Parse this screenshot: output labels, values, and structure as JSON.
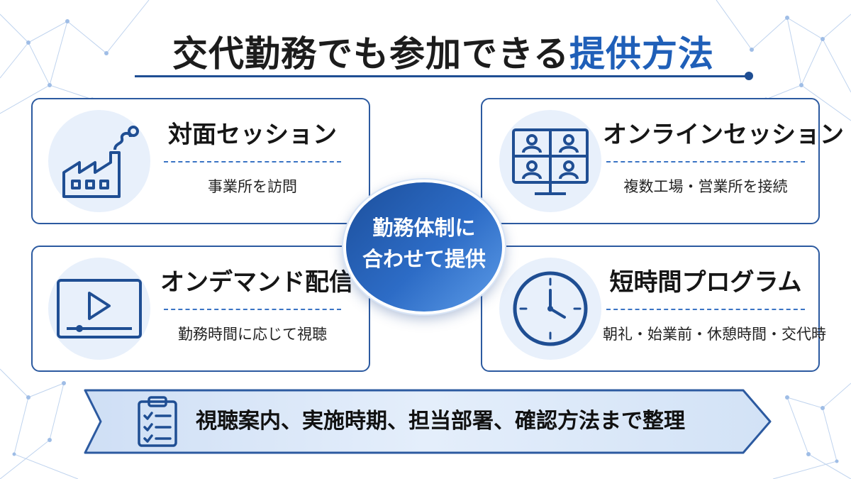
{
  "title": {
    "main": "交代勤務でも参加できる",
    "accent": "提供方法"
  },
  "hub": {
    "line1": "勤務体制に",
    "line2": "合わせて提供"
  },
  "cards": [
    {
      "title": "対面セッション",
      "subtitle": "事業所を訪問",
      "icon": "factory-icon"
    },
    {
      "title": "オンラインセッション",
      "subtitle": "複数工場・営業所を接続",
      "icon": "video-conference-icon"
    },
    {
      "title": "オンデマンド配信",
      "subtitle": "勤務時間に応じて視聴",
      "icon": "video-player-icon"
    },
    {
      "title": "短時間プログラム",
      "subtitle": "朝礼・始業前・休憩時間・交代時",
      "icon": "clock-icon"
    }
  ],
  "banner": {
    "text": "視聴案内、実施時期、担当部署、確認方法まで整理",
    "icon": "clipboard-checklist-icon"
  },
  "colors": {
    "primary": "#1f4e93",
    "accent": "#1f5fb8",
    "icon_bg": "#e8f0fb",
    "banner_fill": "#dce8f8"
  }
}
